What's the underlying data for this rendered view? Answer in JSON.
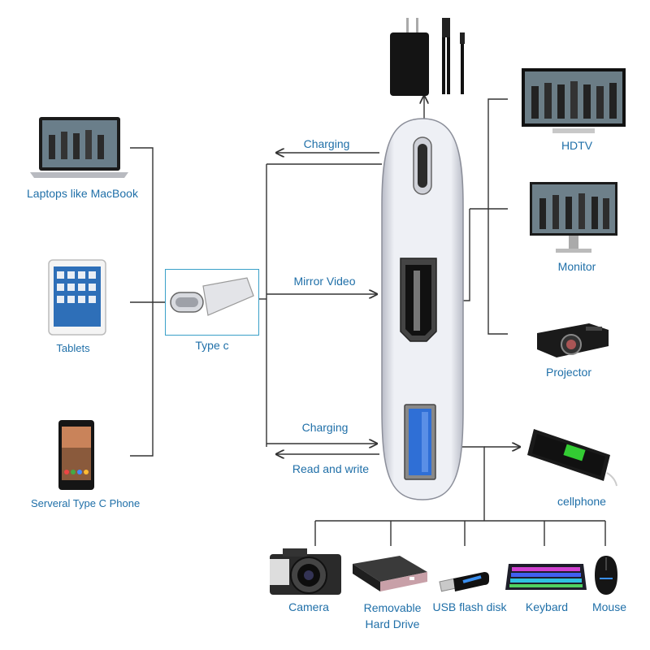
{
  "devices_left": {
    "laptop": "Laptops like MacBook",
    "tablets": "Tablets",
    "phone": "Serveral Type C Phone"
  },
  "hub": {
    "type_c": "Type c"
  },
  "links": {
    "charging_top": "Charging",
    "mirror_video": "Mirror Video",
    "charging_bottom": "Charging",
    "read_write": "Read and write"
  },
  "outputs_right": {
    "hdtv": "HDTV",
    "monitor": "Monitor",
    "projector": "Projector",
    "cellphone": "cellphone"
  },
  "usb_devices": {
    "camera": "Camera",
    "hard_drive": "Removable Hard Drive",
    "flash_disk": "USB flash disk",
    "keyboard": "Keybard",
    "mouse": "Mouse"
  },
  "colors": {
    "label_blue": "#1f6fa8",
    "line": "#333333",
    "hub_body": "#e8e9ef",
    "type_c_frame": "#3aa0c8"
  }
}
